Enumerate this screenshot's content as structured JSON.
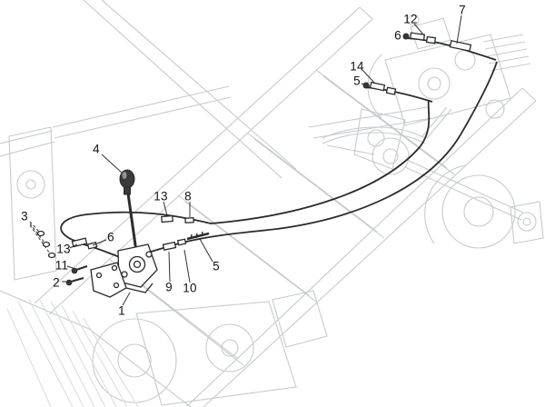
{
  "diagram": {
    "type": "exploded-parts-diagram",
    "colors": {
      "background": "#ffffff",
      "chassis_line": "#c7cacc",
      "part_line": "#2b2b2b",
      "label_text": "#111111"
    },
    "callouts": [
      {
        "label": "4"
      },
      {
        "label": "3"
      },
      {
        "label": "13"
      },
      {
        "label": "8"
      },
      {
        "label": "13"
      },
      {
        "label": "6"
      },
      {
        "label": "11"
      },
      {
        "label": "2"
      },
      {
        "label": "1"
      },
      {
        "label": "9"
      },
      {
        "label": "10"
      },
      {
        "label": "5"
      },
      {
        "label": "12"
      },
      {
        "label": "7"
      },
      {
        "label": "6"
      },
      {
        "label": "14"
      },
      {
        "label": "5"
      }
    ]
  }
}
